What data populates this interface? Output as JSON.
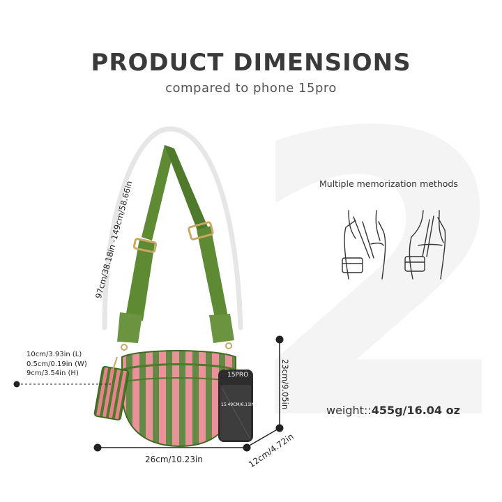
{
  "header": {
    "title": "PRODUCT DIMENSIONS",
    "subtitle": "compared to phone 15pro"
  },
  "background_number": "2",
  "methods": {
    "label": "Multiple memorization methods",
    "icons": [
      "crossbody-person-icon",
      "shoulder-person-icon"
    ]
  },
  "pouch_dims": {
    "length": "10cm/3.93in (L)",
    "width": "0.5cm/0.19in (W)",
    "height": "9cm/3.54in (H)"
  },
  "strap_length": "97cm/38.18in -149cm/58.66in",
  "bag_width": "26cm/10.23in",
  "bag_depth": "12cm/4.72in",
  "bag_height": "23cm/9.05in",
  "phone": {
    "model": "15PRO",
    "height": "15.49CM/6.11IN"
  },
  "weight": {
    "label": "weight::",
    "value": "455g/16.04 oz"
  },
  "colors": {
    "strap_green": "#5e8a34",
    "stripe_pink": "#e7838d",
    "stripe_green": "#4e7a2c",
    "text_dark": "#3a3a3a"
  }
}
